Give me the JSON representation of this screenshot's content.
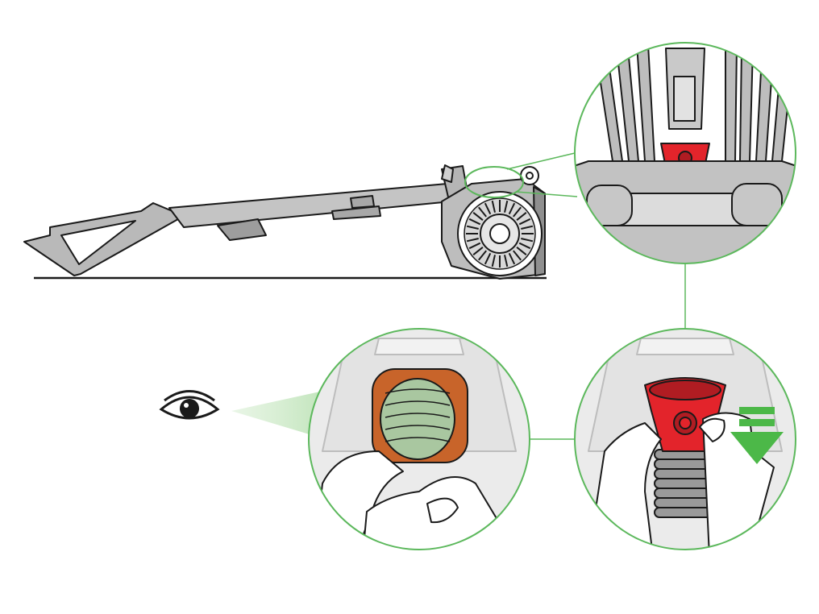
{
  "colors": {
    "outline": "#1a1a1a",
    "machine_fill": "#b9b9b9",
    "machine_light": "#d4d4d4",
    "machine_dark": "#8d8d8d",
    "callout_green": "#5cb85c",
    "arrow_green": "#4cb848",
    "sight_cone": "#a8d8a0",
    "hose_cap_red": "#e3242b",
    "hose_cap_dark_red": "#b01c22",
    "hose_orange": "#c8642a",
    "hose_green_tint": "#a9c7a0",
    "background_grey": "#e6e6e6",
    "hand_fill": "#ffffff"
  },
  "icons": {
    "eye": "eye-icon",
    "down_arrow": "down-arrow-icon"
  },
  "panels": [
    {
      "id": "detail-hose-connector",
      "description_name": "zoom-panel-hose-connector"
    },
    {
      "id": "inspect-hose-opening",
      "description_name": "zoom-panel-inspect-hose"
    },
    {
      "id": "remove-hose-cap",
      "description_name": "zoom-panel-remove-cap"
    }
  ]
}
